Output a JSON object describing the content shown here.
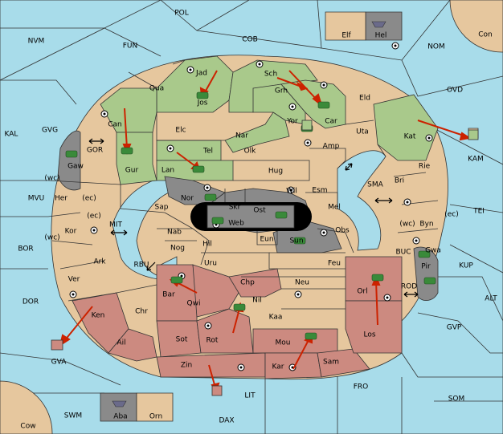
{
  "colors": {
    "sea": "#a8dcea",
    "neutral_land": "#e6c79e",
    "green_power": "#a9c98b",
    "red_power": "#cc8a80",
    "grey_power": "#8a8a8a",
    "order_arrow": "#cc2200",
    "army_unit": "#3a8a3a"
  },
  "sea_labels": [
    "POL",
    "NVM",
    "FUN",
    "COB",
    "NOM",
    "OVD",
    "KAL",
    "GVG",
    "MVU",
    "BOR",
    "DOR",
    "MIT",
    "SMA",
    "RBU",
    "TEI",
    "BUC",
    "KUP",
    "ROD",
    "ALT",
    "GVP",
    "SOM",
    "FRO",
    "SWM",
    "DAX",
    "LIT",
    "GOR",
    "GVA",
    "KAM",
    "Con",
    "Cow"
  ],
  "land_labels": [
    "Qua",
    "Jad",
    "Sch",
    "Grh",
    "Elf",
    "Hel",
    "Can",
    "Jos",
    "Eld",
    "Elc",
    "Nar",
    "Yor",
    "Car",
    "Uta",
    "Kat",
    "Gur",
    "Tel",
    "Olk",
    "Amp",
    "Gaw",
    "Lan",
    "Hug",
    "Rie",
    "Bri",
    "Nor",
    "Wil",
    "Esm",
    "Her",
    "(wc)",
    "(ec)",
    "Sap",
    "Skr",
    "Ost",
    "Mel",
    "Kor",
    "Web",
    "Byn",
    "Nab",
    "Eun",
    "Sun",
    "Obs",
    "Hil",
    "Gwa",
    "Ark",
    "Nog",
    "Pir",
    "Uru",
    "Feu",
    "Ver",
    "Orl",
    "Chp",
    "Neu",
    "Bar",
    "Qwi",
    "Nil",
    "Ken",
    "Chr",
    "Kaa",
    "Los",
    "Ail",
    "Sot",
    "Rot",
    "Mou",
    "Zin",
    "Kar",
    "Sam",
    "Aba",
    "Orn"
  ]
}
